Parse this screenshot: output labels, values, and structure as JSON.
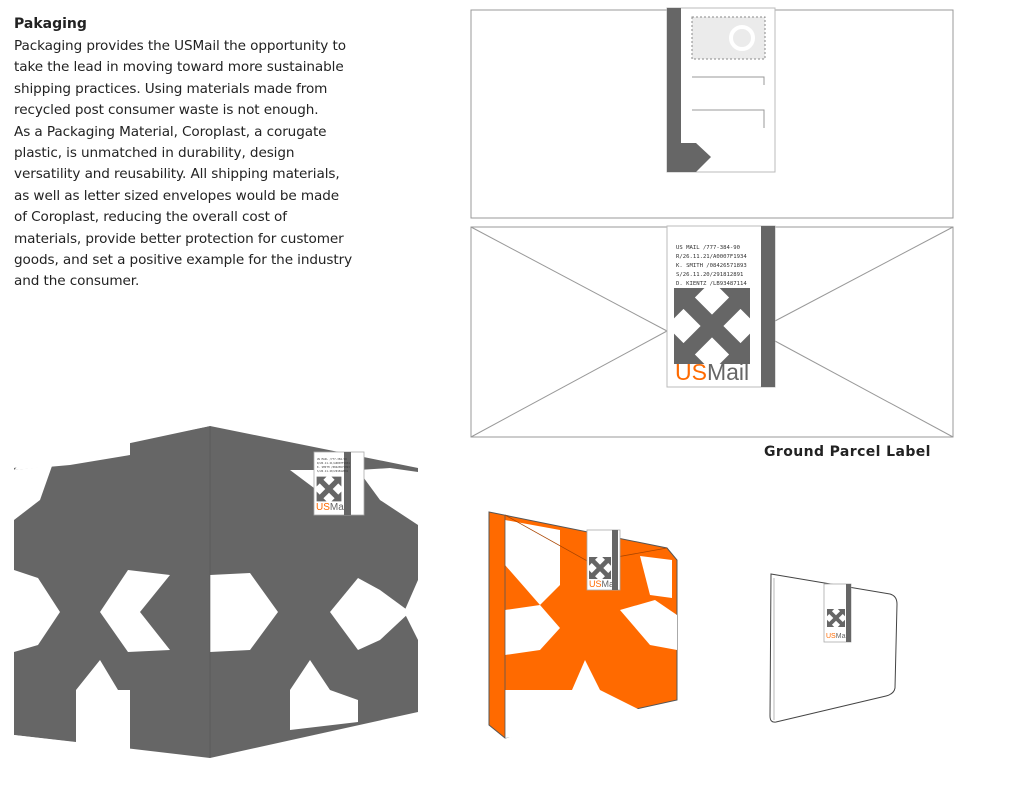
{
  "section": {
    "title": "Pakaging",
    "body": "Packaging provides the USMail the opportunity to\ntake the lead in moving toward more sustainable\nshipping practices. Using materials made from\nrecycled post consumer waste is not enough.\nAs a Packaging Material, Coroplast, a corugate\nplastic, is unmatched in durability, design\nversatility and reusability. All shipping materials,\nas well as letter sized envelopes would be made\nof Coroplast, reducing the overall cost of\nmaterials, provide better protection for customer\ngoods, and set a positive example for the industry\nand the consumer."
  },
  "label": {
    "lines": [
      "US MAIL /777-384-90",
      "R/26.11.21/A0007F1934",
      "K. SMITH /08426571893",
      "S/26.11.20/291812891",
      "D. KIENTZ /LB93487114"
    ],
    "logo_us": "US",
    "logo_mail": "Mail"
  },
  "caption": "Ground Parcel Label",
  "colors": {
    "gray": "#666666",
    "orange": "#ff6a00",
    "outline": "#999999"
  },
  "icons": [
    "usmail-logo-icon",
    "postage-stamp-icon"
  ]
}
